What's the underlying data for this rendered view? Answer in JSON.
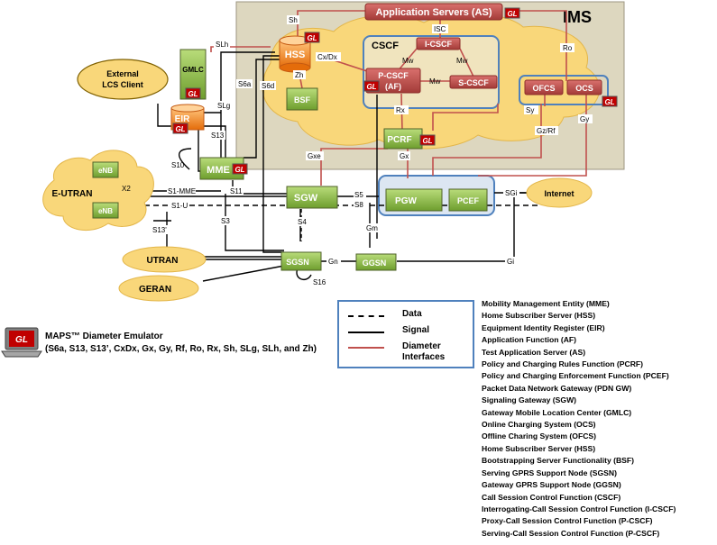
{
  "diagram": {
    "ims_label": "IMS",
    "cscf_label": "CSCF",
    "nodes": {
      "application_servers": "Application Servers (AS)",
      "hss": "HSS",
      "i_cscf": "I-CSCF",
      "p_cscf_line1": "P-CSCF",
      "p_cscf_line2": "(AF)",
      "s_cscf": "S-CSCF",
      "ofcs": "OFCS",
      "ocs": "OCS",
      "bsf": "BSF",
      "gmlc": "GMLC",
      "external_lcs_line1": "External",
      "external_lcs_line2": "LCS Client",
      "eir": "EIR",
      "mme": "MME",
      "pcrf": "PCRF",
      "sgw": "SGW",
      "pgw": "PGW",
      "pcef": "PCEF",
      "internet": "Internet",
      "e_utran": "E-UTRAN",
      "enb_top": "eNB",
      "enb_bottom": "eNB",
      "utran": "UTRAN",
      "geran": "GERAN",
      "sgsn": "SGSN",
      "ggsn": "GGSN"
    },
    "interfaces": {
      "sh": "Sh",
      "isc": "ISC",
      "ro": "Ro",
      "slh": "SLh",
      "cxdx": "Cx/Dx",
      "mw_left": "Mw",
      "mw_right": "Mw",
      "mw_bottom": "Mw",
      "zh": "Zh",
      "s6a": "S6a",
      "s6d": "S6d",
      "slg": "SLg",
      "rx": "Rx",
      "sy": "Sy",
      "gy": "Gy",
      "gzrf": "Gz/Rf",
      "s13": "S13",
      "s10": "S10",
      "gxe": "Gxe",
      "gx": "Gx",
      "x2": "X2",
      "s1mme": "S1-MME",
      "s11": "S11",
      "s5": "S5",
      "s8": "S8",
      "sgi": "SGi",
      "s1u": "S1-U",
      "s4": "S4",
      "s3": "S3",
      "s13p": "S13'",
      "gm": "Gm",
      "gn": "Gn",
      "gi": "Gi",
      "s16": "S16"
    },
    "badge": "GL"
  },
  "legend_key": {
    "data": "Data",
    "signal": "Signal",
    "diameter_line1": "Diameter",
    "diameter_line2": "Interfaces"
  },
  "emulator": {
    "logo": "GL",
    "title": "MAPS™ Diameter Emulator",
    "subtitle": "(S6a, S13, S13’, CxDx, Gx, Gy, Rf, Ro, Rx, Sh, SLg, SLh, and Zh)"
  },
  "abbreviations": [
    "Mobility Management Entity (MME)",
    "Home Subscriber Server (HSS)",
    "Equipment Identity Register (EIR)",
    "Application Function (AF)",
    "Test Application Server (AS)",
    "Policy and Charging Rules Function (PCRF)",
    "Policy and Charging Enforcement Function (PCEF)",
    "Packet Data Network Gateway (PDN GW)",
    "Signaling Gateway (SGW)",
    "Gateway Mobile Location Center (GMLC)",
    "Online Charging System (OCS)",
    "Offline Charing System (OFCS)",
    "Home Subscriber Server (HSS)",
    "Bootstrapping Server Functionality  (BSF)",
    "Serving GPRS Support Node (SGSN)",
    "Gateway GPRS Support Node (GGSN)",
    "Call Session Control Function (CSCF)",
    "Interrogating-Call Session Control Function (I-CSCF)",
    "Proxy-Call Session Control Function (P-CSCF)",
    "Serving-Call Session Control Function (P-CSCF)"
  ],
  "colors": {
    "ims_bg": "#ddd7bf",
    "cloud": "#f9d77a",
    "node_red": "#c0504d",
    "node_green": "#8bbd45",
    "hss_orange": "#f79646",
    "blue_border": "#4f81bd",
    "diameter_line": "#c0504d"
  }
}
